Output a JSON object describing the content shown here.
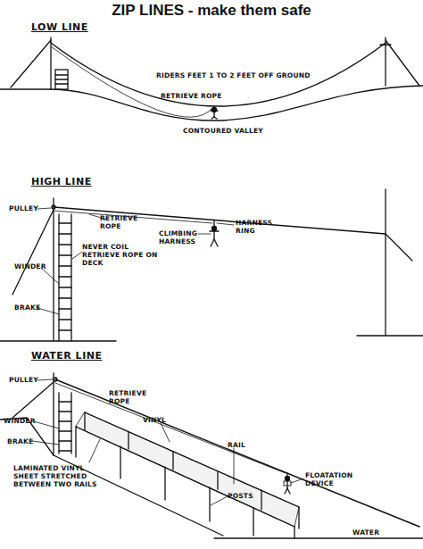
{
  "diagram": {
    "title": "ZIP LINES - make them safe",
    "labels": [
      "LOW LINE",
      "RIDERS FEET 1 TO 2 FEET OFF GROUND",
      "RETRIEVE ROPE",
      "CONTOURED VALLEY",
      "HIGH LINE",
      "PULLEY",
      "RETRIEVE ROPE",
      "NEVER COIL RETRIEVE ROPE ON DECK",
      "WINDER",
      "BRAKE",
      "CLIMBING HARNESS",
      "HARNESS RING",
      "WATER LINE",
      "PULLEY",
      "RETRIEVE ROPE",
      "WINDER",
      "BRAKE",
      "LAMINATED VINYL SHEET STRETCHED BETWEEN TWO RAILS",
      "VINYL",
      "RAIL",
      "POSTS",
      "FLOATATION DEVICE",
      "WATER"
    ]
  }
}
